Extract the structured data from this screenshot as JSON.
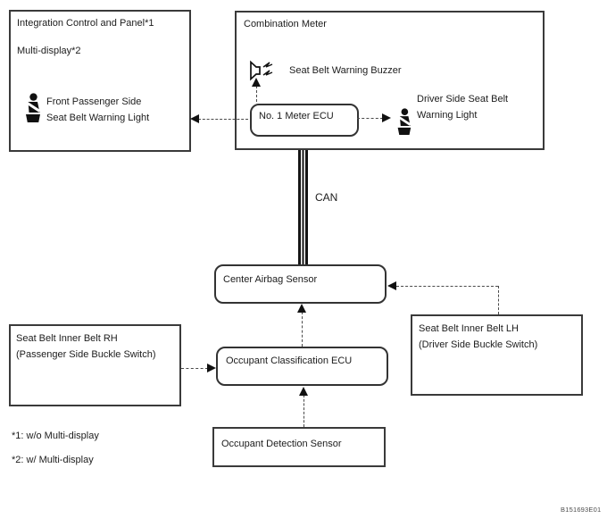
{
  "diagram": {
    "integration_box": {
      "title": "Integration Control and Panel*1",
      "subtitle": "Multi-display*2",
      "passenger_light_line1": "Front Passenger Side",
      "passenger_light_line2": "Seat Belt Warning Light"
    },
    "combination_box": {
      "title": "Combination Meter",
      "buzzer_label": "Seat Belt Warning Buzzer",
      "ecu_label": "No. 1 Meter ECU",
      "driver_light_line1": "Driver Side Seat Belt",
      "driver_light_line2": "Warning Light"
    },
    "can_label": "CAN",
    "center_airbag_label": "Center Airbag Sensor",
    "lh_box": {
      "line1": "Seat Belt Inner Belt LH",
      "line2": "(Driver Side Buckle Switch)"
    },
    "rh_box": {
      "line1": "Seat Belt Inner Belt RH",
      "line2": "(Passenger Side Buckle Switch)"
    },
    "occupant_ecu_label": "Occupant Classification ECU",
    "ods_label": "Occupant Detection Sensor",
    "footnote1": "*1: w/o Multi-display",
    "footnote2": "*2: w/ Multi-display",
    "figure_id": "B151693E01"
  },
  "colors": {
    "background": "#ffffff",
    "line": "#3a3a3a",
    "text": "#1c1c1c"
  },
  "icons": {
    "seat_belt_passenger": "seat-belt-warning-icon",
    "seat_belt_driver": "seat-belt-warning-icon",
    "buzzer": "buzzer-speaker-icon"
  }
}
